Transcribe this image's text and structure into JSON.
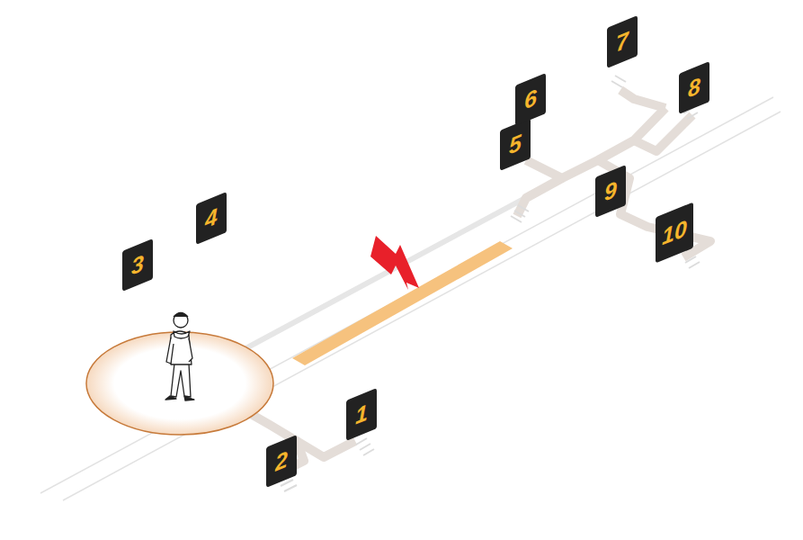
{
  "diagram": {
    "nodes": [
      {
        "text": [
          "1"
        ]
      },
      {
        "text": [
          "2"
        ]
      },
      {
        "text": [
          "3"
        ]
      },
      {
        "text": [
          "4"
        ]
      },
      {
        "text": [
          "5"
        ]
      },
      {
        "text": [
          "6"
        ]
      },
      {
        "text": [
          "7"
        ]
      },
      {
        "text": [
          "8"
        ]
      },
      {
        "text": [
          "9"
        ]
      },
      {
        "text": [
          "10"
        ]
      }
    ]
  }
}
